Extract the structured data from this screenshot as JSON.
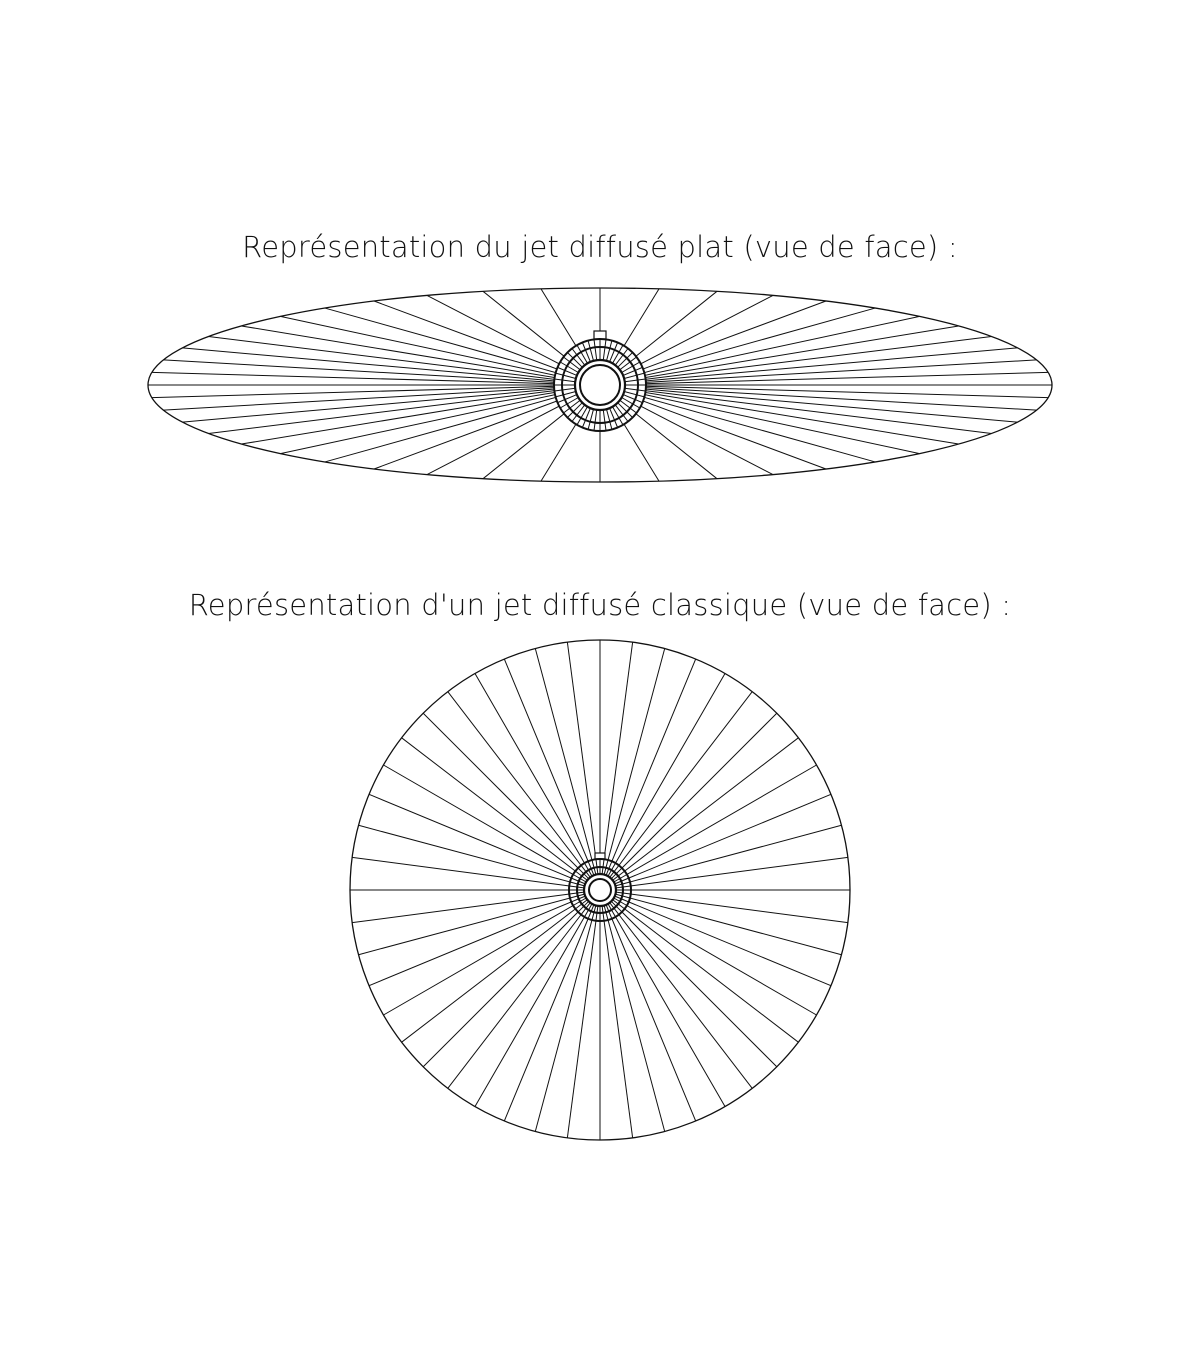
{
  "flat_jet": {
    "title": "Représentation du jet diffusé plat (vue de face) :",
    "ray_count": 48
  },
  "classic_jet": {
    "title": "Représentation d'un jet diffusé classique (vue de face) :",
    "ray_count": 48
  },
  "colors": {
    "line": "#111111",
    "background": "#ffffff"
  }
}
